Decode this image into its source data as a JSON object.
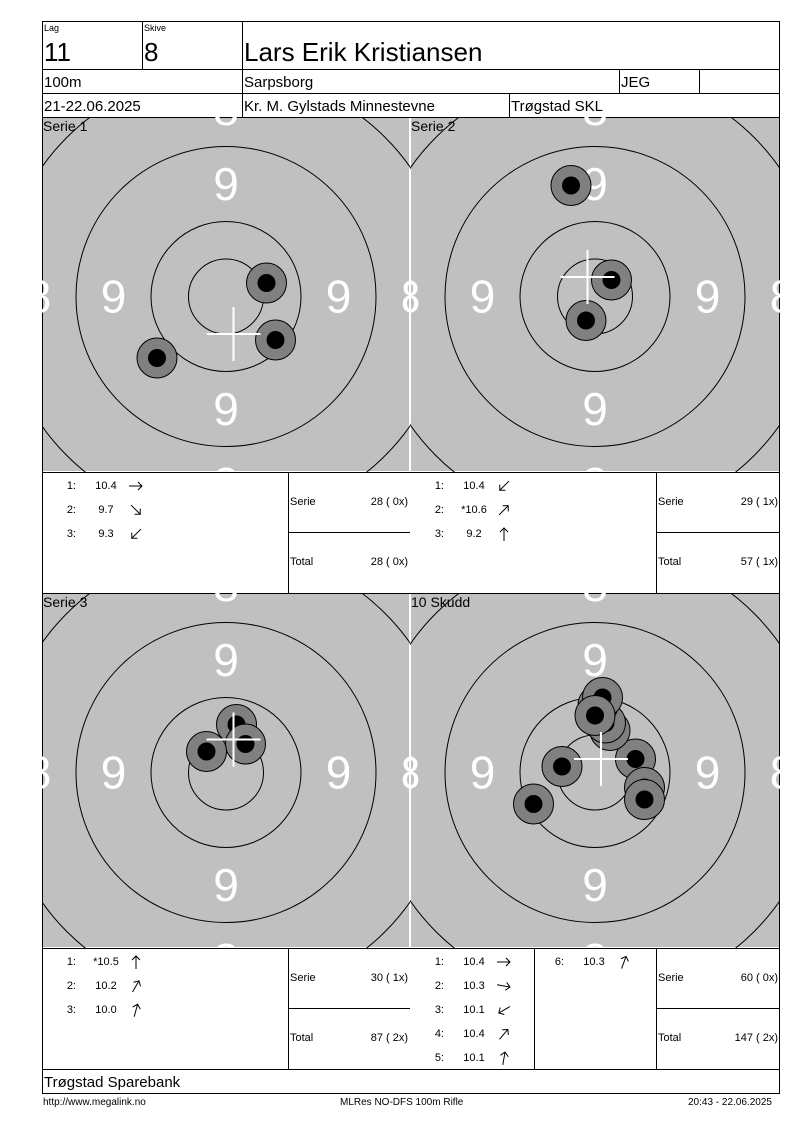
{
  "header": {
    "lag_label": "Lag",
    "lag": "11",
    "skive_label": "Skive",
    "skive": "8",
    "name": "Lars Erik Kristiansen",
    "distance": "100m",
    "place": "Sarpsborg",
    "class": "JEG",
    "date": "21-22.06.2025",
    "event": "Kr. M. Gylstads Minnestevne",
    "club": "Trøgstad SKL"
  },
  "ring_labels": {
    "nine": "9",
    "eight": "8"
  },
  "colors": {
    "target_bg": "#c0c0c0",
    "shot_ring": "#808080",
    "shot_core": "#000000",
    "center_cross": "#ffffff"
  },
  "panels": [
    {
      "title": "Serie 1",
      "shots": [
        {
          "n": "1:",
          "value": "10.4",
          "dir": 90,
          "dx": 0.27,
          "dy": -0.09
        },
        {
          "n": "2:",
          "value": "9.7",
          "dir": 135,
          "dx": 0.33,
          "dy": 0.29
        },
        {
          "n": "3:",
          "value": "9.3",
          "dir": 225,
          "dx": -0.46,
          "dy": 0.41
        }
      ],
      "center": {
        "dx": 0.05,
        "dy": 0.25
      },
      "serie_label": "Serie",
      "serie_value": "28 ( 0x)",
      "total_label": "Total",
      "total_value": "28 ( 0x)"
    },
    {
      "title": "Serie 2",
      "shots": [
        {
          "n": "1:",
          "value": "10.4",
          "dir": 225,
          "dx": -0.06,
          "dy": 0.16
        },
        {
          "n": "2:",
          "value": "*10.6",
          "dir": 45,
          "dx": 0.11,
          "dy": -0.11
        },
        {
          "n": "3:",
          "value": "9.2",
          "dir": 0,
          "dx": -0.16,
          "dy": -0.74
        }
      ],
      "center": {
        "dx": -0.05,
        "dy": -0.13
      },
      "serie_label": "Serie",
      "serie_value": "29 ( 1x)",
      "total_label": "Total",
      "total_value": "57 ( 1x)"
    },
    {
      "title": "Serie 3",
      "shots": [
        {
          "n": "1:",
          "value": "*10.5",
          "dir": 0,
          "dx": 0.07,
          "dy": -0.32
        },
        {
          "n": "2:",
          "value": "10.2",
          "dir": 30,
          "dx": 0.13,
          "dy": -0.19
        },
        {
          "n": "3:",
          "value": "10.0",
          "dir": 15,
          "dx": -0.13,
          "dy": -0.14
        }
      ],
      "center": {
        "dx": 0.05,
        "dy": -0.22
      },
      "serie_label": "Serie",
      "serie_value": "30 ( 1x)",
      "total_label": "Total",
      "total_value": "87 ( 2x)"
    },
    {
      "title": "10 Skudd",
      "shots": [
        {
          "n": "1:",
          "value": "10.4",
          "dir": 90,
          "dx": 0.27,
          "dy": -0.09
        },
        {
          "n": "2:",
          "value": "10.3",
          "dir": 100,
          "dx": 0.33,
          "dy": 0.1
        },
        {
          "n": "3:",
          "value": "10.1",
          "dir": 240,
          "dx": -0.22,
          "dy": -0.04
        },
        {
          "n": "4:",
          "value": "10.4",
          "dir": 40,
          "dx": 0.1,
          "dy": -0.28
        },
        {
          "n": "5:",
          "value": "10.1",
          "dir": 10,
          "dx": 0.33,
          "dy": 0.18
        },
        {
          "n": "6:",
          "value": "10.3",
          "dir": 20,
          "dx": 0.07,
          "dy": -0.33
        },
        {
          "n": "",
          "value": "",
          "dir": 0,
          "dx": 0.02,
          "dy": -0.45
        },
        {
          "n": "",
          "value": "",
          "dir": 0,
          "dx": -0.41,
          "dy": 0.21
        },
        {
          "n": "",
          "value": "",
          "dir": 0,
          "dx": 0.05,
          "dy": -0.5
        },
        {
          "n": "",
          "value": "",
          "dir": 0,
          "dx": 0.0,
          "dy": -0.38
        }
      ],
      "visible_rows": 6,
      "center": {
        "dx": 0.04,
        "dy": -0.09
      },
      "serie_label": "Serie",
      "serie_value": "60 ( 0x)",
      "total_label": "Total",
      "total_value": "147 ( 2x)"
    }
  ],
  "sponsor": "Trøgstad Sparebank",
  "footer": {
    "url": "http://www.megalink.no",
    "software": "MLRes NO-DFS 100m Rifle",
    "timestamp": "20:43 - 22.06.2025"
  }
}
